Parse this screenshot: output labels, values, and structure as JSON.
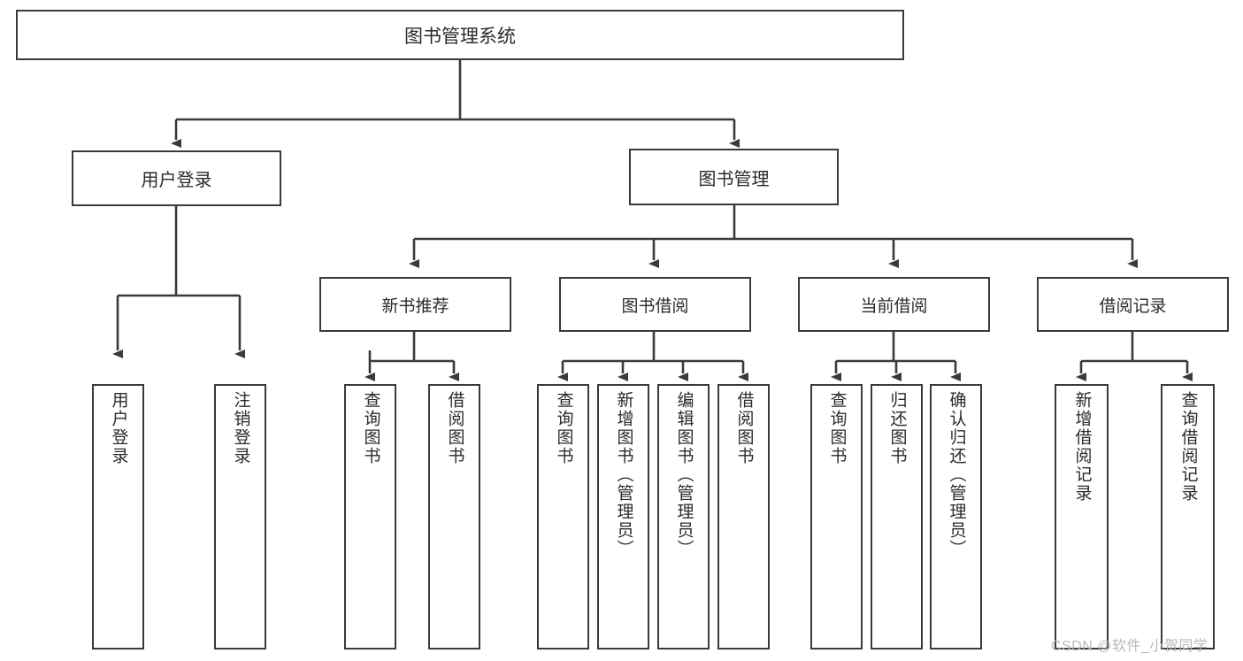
{
  "diagram": {
    "title": "图书管理系统",
    "type": "tree",
    "orientation": "top-down",
    "colors": {
      "border": "#3a3a3a",
      "box_fill": "#ffffff",
      "text": "#2b2b2b",
      "connector": "#3a3a3a",
      "watermark": "#b9b9b9",
      "background": "#ffffff"
    },
    "root": {
      "label": "图书管理系统"
    },
    "level2": [
      {
        "label": "用户登录"
      },
      {
        "label": "图书管理"
      }
    ],
    "level3": [
      {
        "label": "新书推荐"
      },
      {
        "label": "图书借阅"
      },
      {
        "label": "当前借阅"
      },
      {
        "label": "借阅记录"
      }
    ],
    "leaves": {
      "user_login": [
        {
          "label": "用户登录"
        },
        {
          "label": "注销登录"
        }
      ],
      "new_book_recommend": [
        {
          "label": "查询图书"
        },
        {
          "label": "借阅图书"
        }
      ],
      "book_borrow": [
        {
          "label": "查询图书"
        },
        {
          "label": "新增图书（管理员）"
        },
        {
          "label": "编辑图书（管理员）"
        },
        {
          "label": "借阅图书"
        }
      ],
      "current_borrow": [
        {
          "label": "查询图书"
        },
        {
          "label": "归还图书"
        },
        {
          "label": "确认归还（管理员）"
        }
      ],
      "borrow_record": [
        {
          "label": "新增借阅记录"
        },
        {
          "label": "查询借阅记录"
        }
      ]
    },
    "watermark": "CSDN @软件_小贺同学"
  }
}
